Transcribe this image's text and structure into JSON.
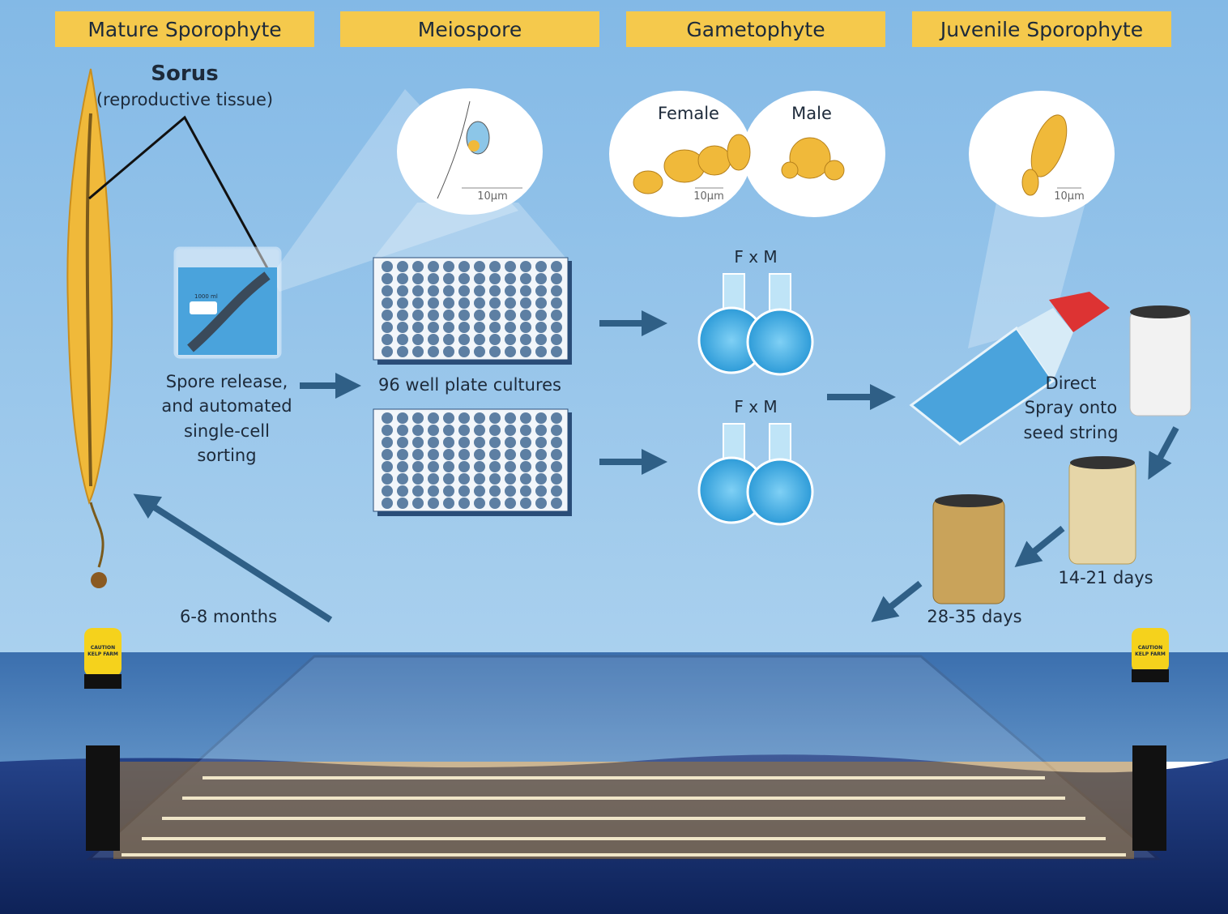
{
  "stages": [
    "Mature Sporophyte",
    "Meiospore",
    "Gametophyte",
    "Juvenile Sporophyte"
  ],
  "sorus": {
    "title": "Sorus",
    "subtitle": "(reproductive tissue)"
  },
  "beaker_label": "1000 ml",
  "spore_release": [
    "Spore release,",
    "and automated",
    "single-cell",
    "sorting"
  ],
  "plate_label": "96 well plate cultures",
  "gametophyte": {
    "female": "Female",
    "male": "Male",
    "cross_top": "F x M",
    "cross_bottom": "F x M"
  },
  "scale_bar": "10µm",
  "spray": [
    "Direct",
    "Spray onto",
    "seed string"
  ],
  "durations": {
    "string_growth": "14-21 days",
    "nursery": "28-35 days",
    "farm": "6-8 months"
  },
  "buoy_label": [
    "CAUTION",
    "KELP FARM"
  ],
  "colors": {
    "header": "#f5c94c",
    "sky": "#8dbfe8",
    "arrow": "#2f5f86",
    "deep_water": "#16306b",
    "kelp": "#f0b93a"
  }
}
